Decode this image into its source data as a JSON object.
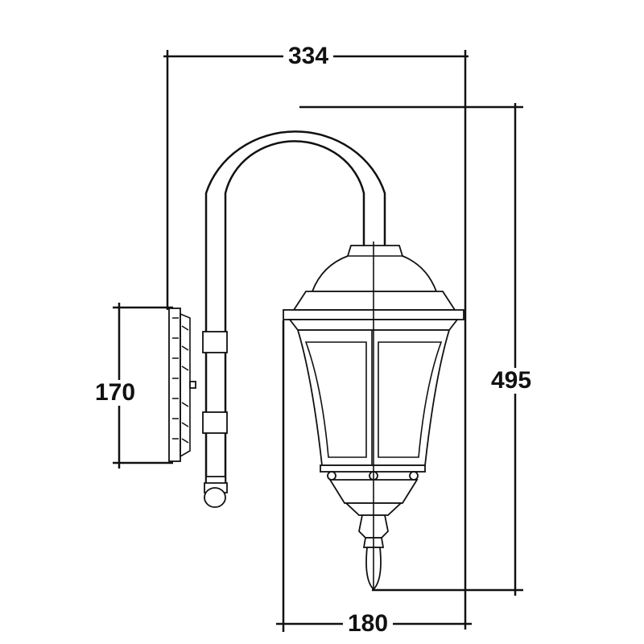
{
  "drawing": {
    "dimensions": {
      "overall_width": "334",
      "overall_height": "495",
      "plate_height": "170",
      "lantern_width": "180"
    },
    "colors": {
      "line": "#111111",
      "background": "#ffffff"
    }
  }
}
